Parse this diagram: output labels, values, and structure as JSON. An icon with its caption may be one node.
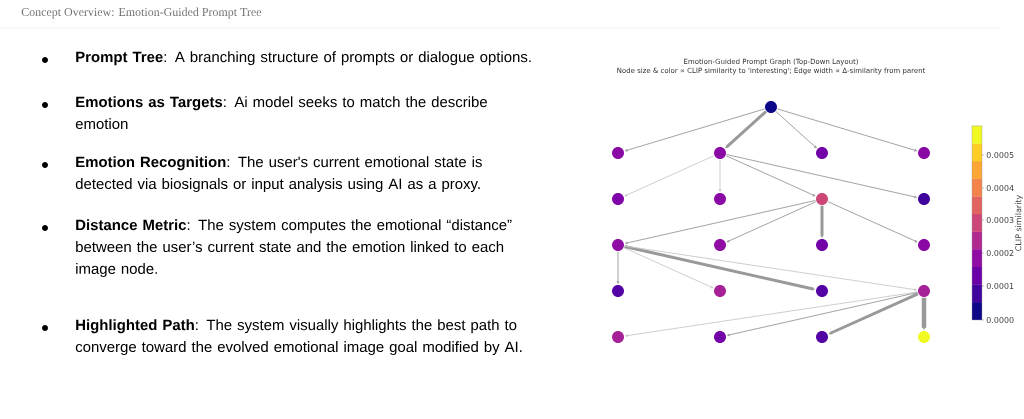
{
  "diagram": {
    "title": "Concept Overview: Emotion-Guided Prompt Tree",
    "nodes": [
      {
        "text": [],
        "shape": "circle"
      },
      {
        "text": [],
        "shape": "circle"
      },
      {
        "text": [],
        "shape": "circle"
      },
      {
        "text": [],
        "shape": "circle"
      },
      {
        "text": [],
        "shape": "circle"
      },
      {
        "text": [],
        "shape": "circle"
      },
      {
        "text": [],
        "shape": "circle"
      },
      {
        "text": [],
        "shape": "circle"
      },
      {
        "text": [],
        "shape": "circle"
      },
      {
        "text": [],
        "shape": "circle"
      },
      {
        "text": [],
        "shape": "circle"
      },
      {
        "text": [],
        "shape": "circle"
      },
      {
        "text": [],
        "shape": "circle"
      },
      {
        "text": [],
        "shape": "circle"
      },
      {
        "text": [],
        "shape": "circle"
      },
      {
        "text": [],
        "shape": "circle"
      },
      {
        "text": [],
        "shape": "circle"
      },
      {
        "text": [],
        "shape": "circle"
      },
      {
        "text": [],
        "shape": "circle"
      },
      {
        "text": [],
        "shape": "circle"
      },
      {
        "text": [],
        "shape": "circle"
      }
    ],
    "edges": [
      {
        "from": 0,
        "to": 1,
        "arrow": "to"
      },
      {
        "from": 0,
        "to": 2,
        "arrow": "to",
        "style": "thick"
      },
      {
        "from": 0,
        "to": 3,
        "arrow": "to"
      },
      {
        "from": 0,
        "to": 4,
        "arrow": "to"
      },
      {
        "from": 2,
        "to": 5,
        "arrow": "to",
        "color": "#c8c8c8"
      },
      {
        "from": 2,
        "to": 6,
        "arrow": "to",
        "color": "#c8c8c8"
      },
      {
        "from": 2,
        "to": 7,
        "arrow": "to"
      },
      {
        "from": 2,
        "to": 8,
        "arrow": "to"
      },
      {
        "from": 7,
        "to": 9,
        "arrow": "to"
      },
      {
        "from": 7,
        "to": 10,
        "arrow": "to"
      },
      {
        "from": 7,
        "to": 11,
        "arrow": "to",
        "style": "thick"
      },
      {
        "from": 7,
        "to": 12,
        "arrow": "to"
      },
      {
        "from": 9,
        "to": 13,
        "arrow": "to"
      },
      {
        "from": 9,
        "to": 14,
        "arrow": "to",
        "color": "#c8c8c8"
      },
      {
        "from": 9,
        "to": 15,
        "arrow": "to",
        "style": "thick"
      },
      {
        "from": 9,
        "to": 16,
        "arrow": "to",
        "color": "#c8c8c8"
      },
      {
        "from": 16,
        "to": 17,
        "arrow": "to",
        "color": "#c8c8c8"
      },
      {
        "from": 16,
        "to": 18,
        "arrow": "to"
      },
      {
        "from": 16,
        "to": 19,
        "arrow": "to",
        "style": "thick"
      },
      {
        "from": 16,
        "to": 20,
        "arrow": "to",
        "style": "thick"
      }
    ],
    "labels": [
      "**Prompt Tree**: A branching structure of prompts or dialogue options.",
      "**Emotions as Targets**: Ai model seeks to match the describe emotion",
      "**Emotion Recognition**: The user's current emotional state is detected via biosignals or input analysis using AI as a proxy.",
      "**Distance Metric**: The system computes the emotional “distance” between the user’s current state and the emotion linked to each image node.",
      "**Highlighted Path**: The system visually highlights the best path to converge toward the evolved emotional image goal modified by AI.",
      "Emotion-Guided Prompt Graph (Top-Down Layout)",
      "Node size & color ∝ CLIP similarity to 'interesting'; Edge width ∝ Δ-similarity from parent",
      "0.0005",
      "0.0004",
      "0.0003",
      "0.0002",
      "0.0001",
      "0.0000",
      "CLIP similarity"
    ]
  }
}
